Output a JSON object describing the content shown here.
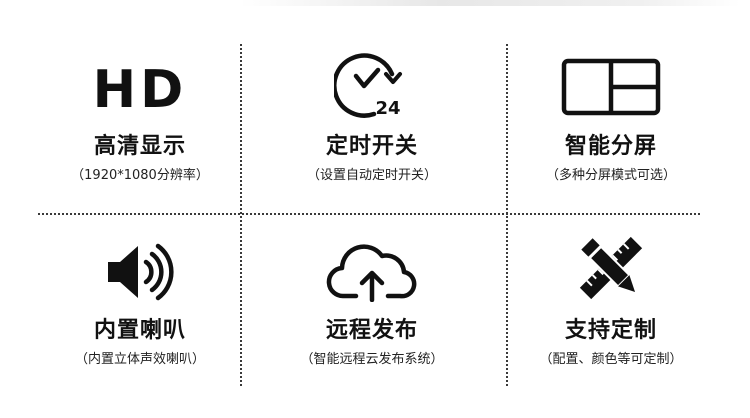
{
  "features": [
    {
      "icon": "hd-icon",
      "icon_text": "HD",
      "title": "高清显示",
      "subtitle": "（1920*1080分辨率）"
    },
    {
      "icon": "clock-24-icon",
      "icon_text": "24",
      "title": "定时开关",
      "subtitle": "（设置自动定时开关）"
    },
    {
      "icon": "split-screen-icon",
      "title": "智能分屏",
      "subtitle": "（多种分屏模式可选）"
    },
    {
      "icon": "speaker-icon",
      "title": "内置喇叭",
      "subtitle": "（内置立体声效喇叭）"
    },
    {
      "icon": "cloud-upload-icon",
      "title": "远程发布",
      "subtitle": "（智能远程云发布系统）"
    },
    {
      "icon": "pencil-ruler-icon",
      "title": "支持定制",
      "subtitle": "（配置、颜色等可定制）"
    }
  ],
  "colors": {
    "text": "#111111",
    "divider": "#3a3a3a",
    "background": "#ffffff"
  }
}
